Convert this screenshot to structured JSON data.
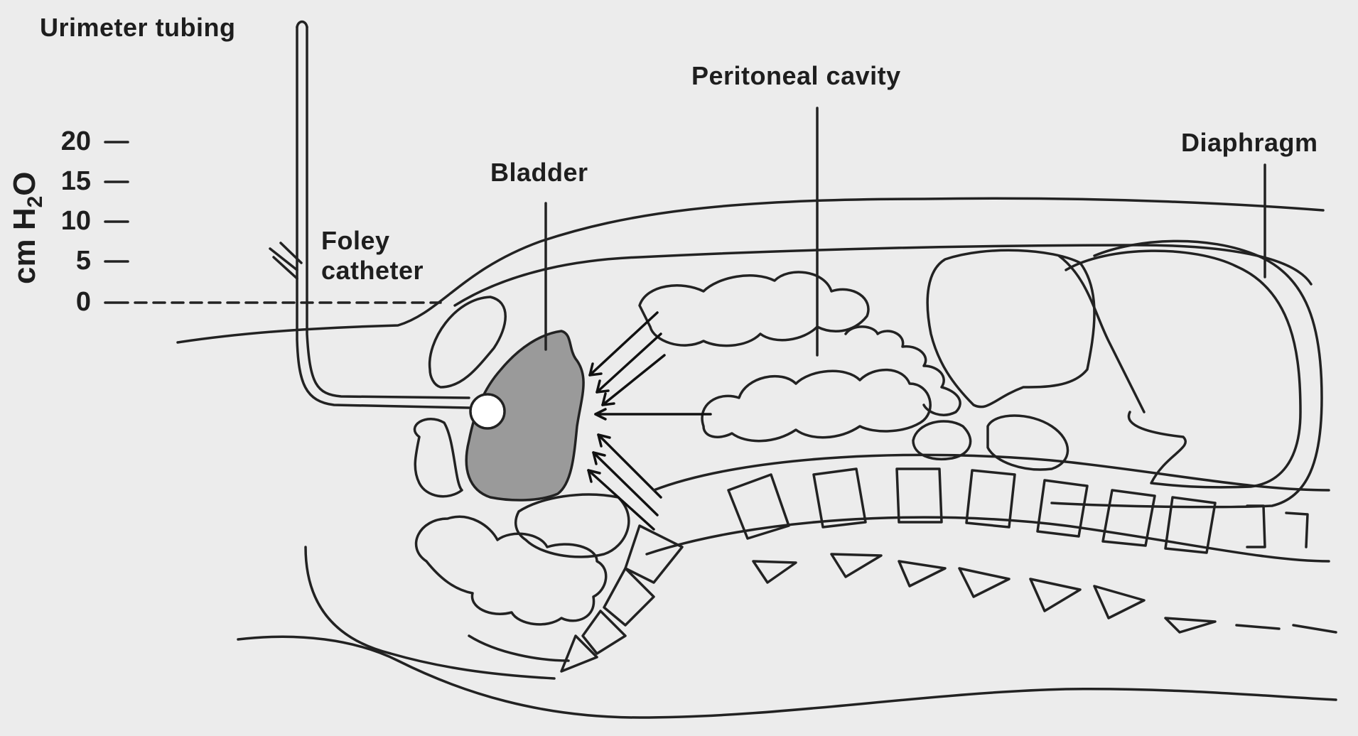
{
  "labels": {
    "urimeter_tubing": "Urimeter tubing",
    "peritoneal_cavity": "Peritoneal cavity",
    "diaphragm": "Diaphragm",
    "bladder": "Bladder",
    "foley_line1": "Foley",
    "foley_line2": "catheter"
  },
  "scale": {
    "unit_prefix": "cm H",
    "unit_sub": "2",
    "unit_suffix": "O",
    "ticks": [
      "20",
      "15",
      "10",
      "5",
      "0"
    ]
  }
}
